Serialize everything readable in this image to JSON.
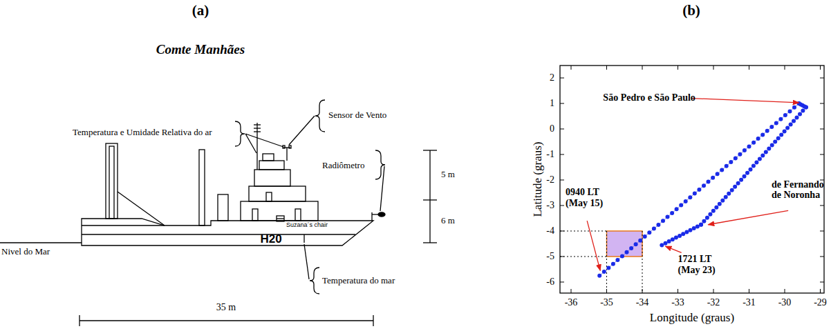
{
  "diagram": {
    "labels": [
      "(a)",
      "(b)",
      "Comte Manhães",
      "Temperatura e Umidade Relativa do ar",
      "Sensor de Vento",
      "Radiômetro",
      "5 m",
      "6 m",
      "Suzana´s chair",
      "H20",
      "Nivel do Mar",
      "Temperatura do mar",
      "35 m",
      "São Pedro e São Paulo",
      "de Fernando de Noronha",
      "0940 LT (May 15)",
      "1721 LT (May 23)",
      "Latitude (graus)",
      "Longitude (graus)",
      "2",
      "1",
      "0",
      "-1",
      "-2",
      "-3",
      "-4",
      "-5",
      "-6",
      "-36",
      "-35",
      "-34",
      "-33",
      "-32",
      "-31",
      "-30",
      "-29"
    ]
  }
}
